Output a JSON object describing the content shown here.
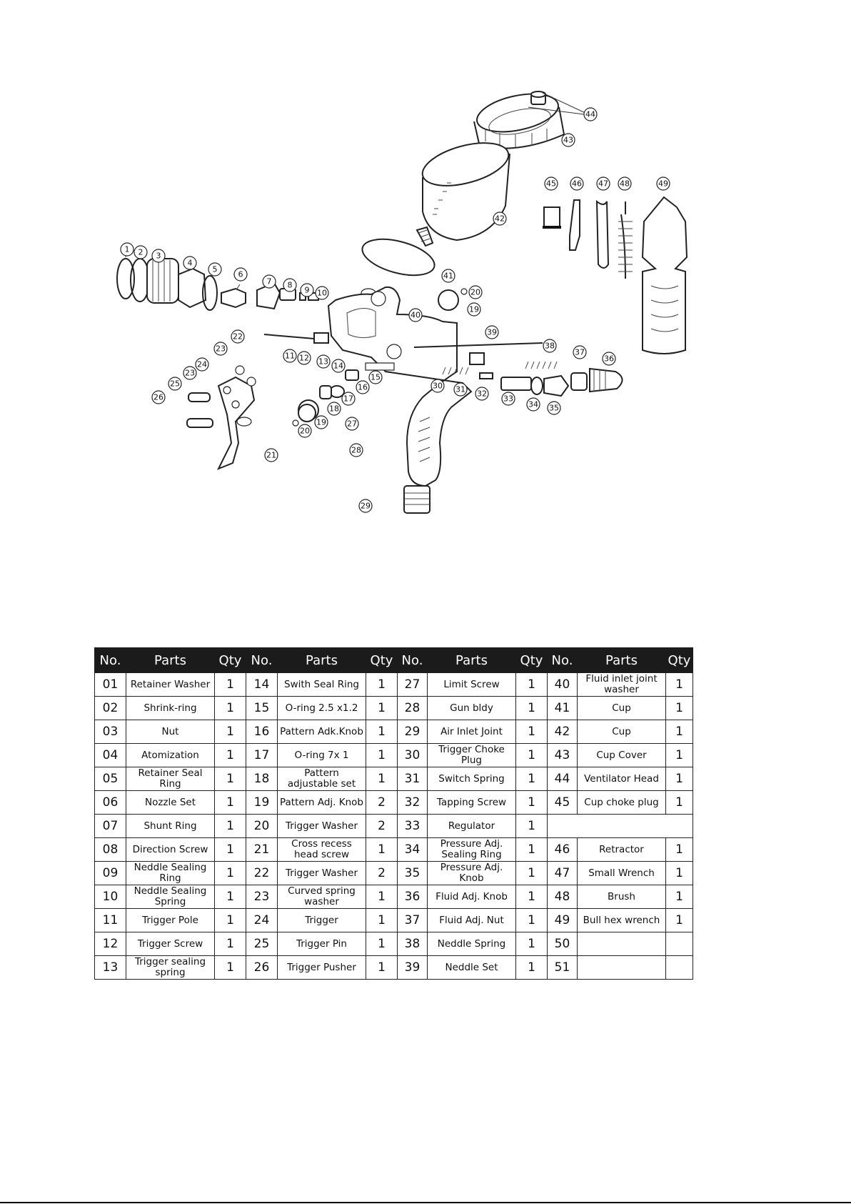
{
  "diagram": {
    "callouts": [
      {
        "label": "1"
      },
      {
        "label": "2"
      },
      {
        "label": "3"
      },
      {
        "label": "4"
      },
      {
        "label": "5"
      },
      {
        "label": "6"
      },
      {
        "label": "7"
      },
      {
        "label": "8"
      },
      {
        "label": "9"
      },
      {
        "label": "10"
      },
      {
        "label": "11"
      },
      {
        "label": "12"
      },
      {
        "label": "13"
      },
      {
        "label": "14"
      },
      {
        "label": "15"
      },
      {
        "label": "16"
      },
      {
        "label": "17"
      },
      {
        "label": "18"
      },
      {
        "label": "19"
      },
      {
        "label": "20"
      },
      {
        "label": "21"
      },
      {
        "label": "22"
      },
      {
        "label": "23"
      },
      {
        "label": "24"
      },
      {
        "label": "23"
      },
      {
        "label": "25"
      },
      {
        "label": "26"
      },
      {
        "label": "27"
      },
      {
        "label": "28"
      },
      {
        "label": "29"
      },
      {
        "label": "30"
      },
      {
        "label": "31"
      },
      {
        "label": "32"
      },
      {
        "label": "33"
      },
      {
        "label": "34"
      },
      {
        "label": "35"
      },
      {
        "label": "36"
      },
      {
        "label": "37"
      },
      {
        "label": "38"
      },
      {
        "label": "39"
      },
      {
        "label": "40"
      },
      {
        "label": "41"
      },
      {
        "label": "42"
      },
      {
        "label": "43"
      },
      {
        "label": "44"
      },
      {
        "label": "45"
      },
      {
        "label": "46"
      },
      {
        "label": "47"
      },
      {
        "label": "48"
      },
      {
        "label": "49"
      },
      {
        "label": "20"
      },
      {
        "label": "19"
      }
    ]
  },
  "table": {
    "headers": [
      "No.",
      "Parts",
      "Qty",
      "No.",
      "Parts",
      "Qty",
      "No.",
      "Parts",
      "Qty",
      "No.",
      "Parts",
      "Qty"
    ],
    "rows": [
      [
        "01",
        "Retainer Washer",
        "1",
        "14",
        "Swith Seal Ring",
        "1",
        "27",
        "Limit Screw",
        "1",
        "40",
        "Fluid inlet joint washer",
        "1"
      ],
      [
        "02",
        "Shrink-ring",
        "1",
        "15",
        "O-ring 2.5 x1.2",
        "1",
        "28",
        "Gun bldy",
        "1",
        "41",
        "Cup",
        "1"
      ],
      [
        "03",
        "Nut",
        "1",
        "16",
        "Pattern Adk.Knob",
        "1",
        "29",
        "Air Inlet Joint",
        "1",
        "42",
        "Cup",
        "1"
      ],
      [
        "04",
        "Atomization",
        "1",
        "17",
        "O-ring 7x 1",
        "1",
        "30",
        "Trigger Choke Plug",
        "1",
        "43",
        "Cup Cover",
        "1"
      ],
      [
        "05",
        "Retainer Seal Ring",
        "1",
        "18",
        "Pattern adjustable set",
        "1",
        "31",
        "Switch Spring",
        "1",
        "44",
        "Ventilator Head",
        "1"
      ],
      [
        "06",
        "Nozzle Set",
        "1",
        "19",
        "Pattern Adj. Knob",
        "2",
        "32",
        "Tapping Screw",
        "1",
        "45",
        "Cup choke plug",
        "1"
      ],
      [
        "07",
        "Shunt Ring",
        "1",
        "20",
        "Trigger Washer",
        "2",
        "33",
        "Regulator",
        "1",
        "",
        "",
        ""
      ],
      [
        "08",
        "Direction Screw",
        "1",
        "21",
        "Cross recess head screw",
        "1",
        "34",
        "Pressure Adj. Sealing Ring",
        "1",
        "46",
        "Retractor",
        "1"
      ],
      [
        "09",
        "Neddle Sealing Ring",
        "1",
        "22",
        "Trigger Washer",
        "2",
        "35",
        "Pressure Adj. Knob",
        "1",
        "47",
        "Small Wrench",
        "1"
      ],
      [
        "10",
        "Neddle Sealing Spring",
        "1",
        "23",
        "Curved spring washer",
        "1",
        "36",
        "Fluid Adj. Knob",
        "1",
        "48",
        "Brush",
        "1"
      ],
      [
        "11",
        "Trigger Pole",
        "1",
        "24",
        "Trigger",
        "1",
        "37",
        "Fluid Adj. Nut",
        "1",
        "49",
        "Bull hex wrench",
        "1"
      ],
      [
        "12",
        "Trigger Screw",
        "1",
        "25",
        "Trigger Pin",
        "1",
        "38",
        "Neddle Spring",
        "1",
        "50",
        "",
        ""
      ],
      [
        "13",
        "Trigger sealing spring",
        "1",
        "26",
        "Trigger Pusher",
        "1",
        "39",
        "Neddle Set",
        "1",
        "51",
        "",
        ""
      ]
    ]
  }
}
